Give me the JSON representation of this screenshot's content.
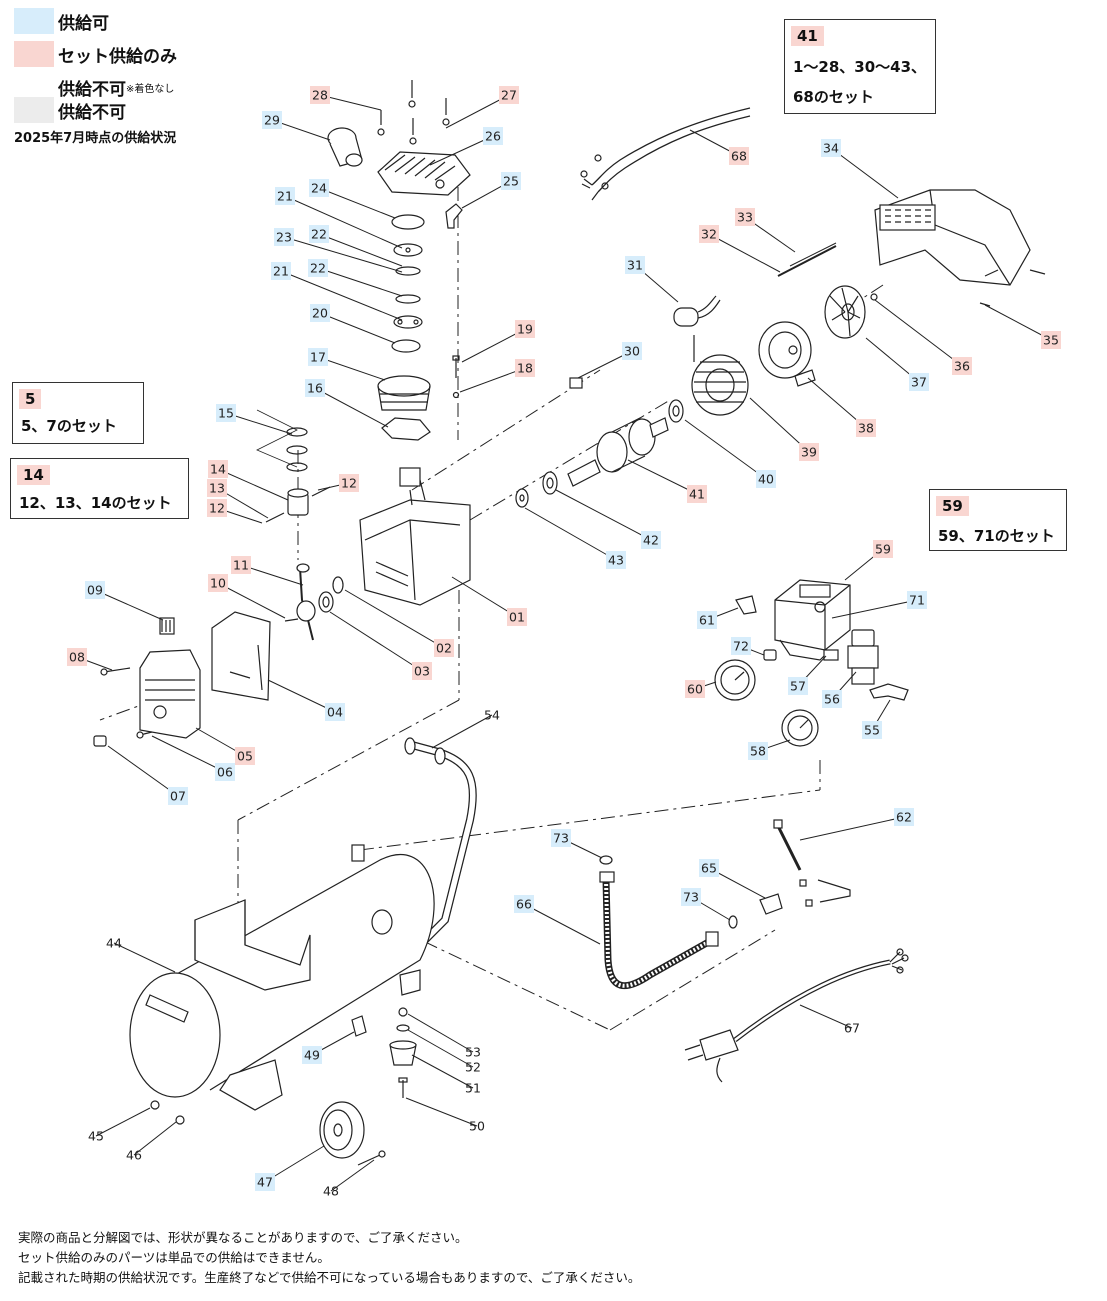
{
  "legend": {
    "available": {
      "label": "供給可",
      "color": "#d7edfb"
    },
    "set_only": {
      "label": "セット供給のみ",
      "color": "#f9d6d1"
    },
    "unavailable_uncolored": {
      "label": "供給不可",
      "note": "※着色なし"
    },
    "unavailable": {
      "label": "供給不可",
      "color": "#ececec"
    },
    "as_of": "2025年7月時点の供給状況"
  },
  "set_boxes": [
    {
      "number": "41",
      "lines": [
        "1～28、30～43、",
        "68のセット"
      ]
    },
    {
      "number": "5",
      "lines": [
        "5、7のセット"
      ]
    },
    {
      "number": "14",
      "lines": [
        "12、13、14のセット"
      ]
    },
    {
      "number": "59",
      "lines": [
        "59、71のセット"
      ]
    }
  ],
  "parts": [
    {
      "id": "28",
      "status": "set_only"
    },
    {
      "id": "27",
      "status": "set_only"
    },
    {
      "id": "29",
      "status": "available"
    },
    {
      "id": "26",
      "status": "available"
    },
    {
      "id": "25",
      "status": "available"
    },
    {
      "id": "24",
      "status": "available"
    },
    {
      "id": "21",
      "status": "available"
    },
    {
      "id": "22",
      "status": "available"
    },
    {
      "id": "23",
      "status": "available"
    },
    {
      "id": "21",
      "status": "available"
    },
    {
      "id": "22",
      "status": "available"
    },
    {
      "id": "20",
      "status": "available"
    },
    {
      "id": "17",
      "status": "available"
    },
    {
      "id": "16",
      "status": "available"
    },
    {
      "id": "19",
      "status": "set_only"
    },
    {
      "id": "18",
      "status": "set_only"
    },
    {
      "id": "30",
      "status": "available"
    },
    {
      "id": "15",
      "status": "available"
    },
    {
      "id": "14",
      "status": "set_only"
    },
    {
      "id": "13",
      "status": "set_only"
    },
    {
      "id": "12",
      "status": "set_only"
    },
    {
      "id": "12",
      "status": "set_only"
    },
    {
      "id": "11",
      "status": "set_only"
    },
    {
      "id": "10",
      "status": "set_only"
    },
    {
      "id": "09",
      "status": "available"
    },
    {
      "id": "08",
      "status": "set_only"
    },
    {
      "id": "01",
      "status": "set_only"
    },
    {
      "id": "02",
      "status": "set_only"
    },
    {
      "id": "03",
      "status": "set_only"
    },
    {
      "id": "04",
      "status": "available"
    },
    {
      "id": "05",
      "status": "set_only"
    },
    {
      "id": "06",
      "status": "available"
    },
    {
      "id": "07",
      "status": "available"
    },
    {
      "id": "68",
      "status": "set_only"
    },
    {
      "id": "34",
      "status": "available"
    },
    {
      "id": "33",
      "status": "set_only"
    },
    {
      "id": "32",
      "status": "set_only"
    },
    {
      "id": "31",
      "status": "available"
    },
    {
      "id": "35",
      "status": "set_only"
    },
    {
      "id": "36",
      "status": "set_only"
    },
    {
      "id": "37",
      "status": "available"
    },
    {
      "id": "38",
      "status": "set_only"
    },
    {
      "id": "39",
      "status": "set_only"
    },
    {
      "id": "40",
      "status": "available"
    },
    {
      "id": "41",
      "status": "set_only"
    },
    {
      "id": "42",
      "status": "available"
    },
    {
      "id": "43",
      "status": "available"
    },
    {
      "id": "59",
      "status": "set_only"
    },
    {
      "id": "61",
      "status": "available"
    },
    {
      "id": "71",
      "status": "available"
    },
    {
      "id": "72",
      "status": "available"
    },
    {
      "id": "60",
      "status": "set_only"
    },
    {
      "id": "57",
      "status": "available"
    },
    {
      "id": "56",
      "status": "available"
    },
    {
      "id": "55",
      "status": "available"
    },
    {
      "id": "58",
      "status": "available"
    },
    {
      "id": "54",
      "status": "none"
    },
    {
      "id": "62",
      "status": "available"
    },
    {
      "id": "73",
      "status": "available"
    },
    {
      "id": "65",
      "status": "available"
    },
    {
      "id": "73",
      "status": "available"
    },
    {
      "id": "66",
      "status": "available"
    },
    {
      "id": "44",
      "status": "none"
    },
    {
      "id": "53",
      "status": "none"
    },
    {
      "id": "52",
      "status": "none"
    },
    {
      "id": "51",
      "status": "none"
    },
    {
      "id": "50",
      "status": "none"
    },
    {
      "id": "49",
      "status": "available"
    },
    {
      "id": "67",
      "status": "none"
    },
    {
      "id": "45",
      "status": "none"
    },
    {
      "id": "46",
      "status": "none"
    },
    {
      "id": "47",
      "status": "available"
    },
    {
      "id": "48",
      "status": "none"
    }
  ],
  "footer": [
    "実際の商品と分解図では、形状が異なることがありますので、ご了承ください。",
    "セット供給のみのパーツは単品での供給はできません。",
    "記載された時期の供給状況です。生産終了などで供給不可になっている場合もありますので、ご了承ください。"
  ]
}
